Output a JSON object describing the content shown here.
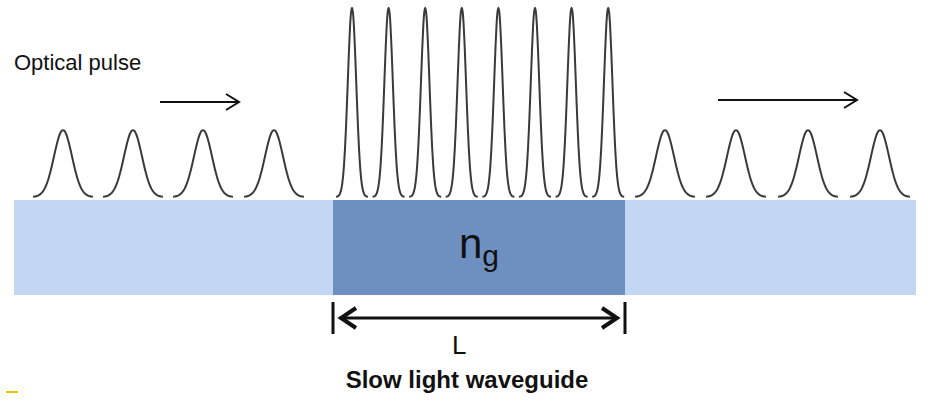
{
  "diagram": {
    "caption": "Slow light waveguide",
    "nodes": [
      {
        "text": [
          "n",
          "g"
        ]
      }
    ],
    "labels": [
      "Optical pulse",
      "L"
    ]
  }
}
